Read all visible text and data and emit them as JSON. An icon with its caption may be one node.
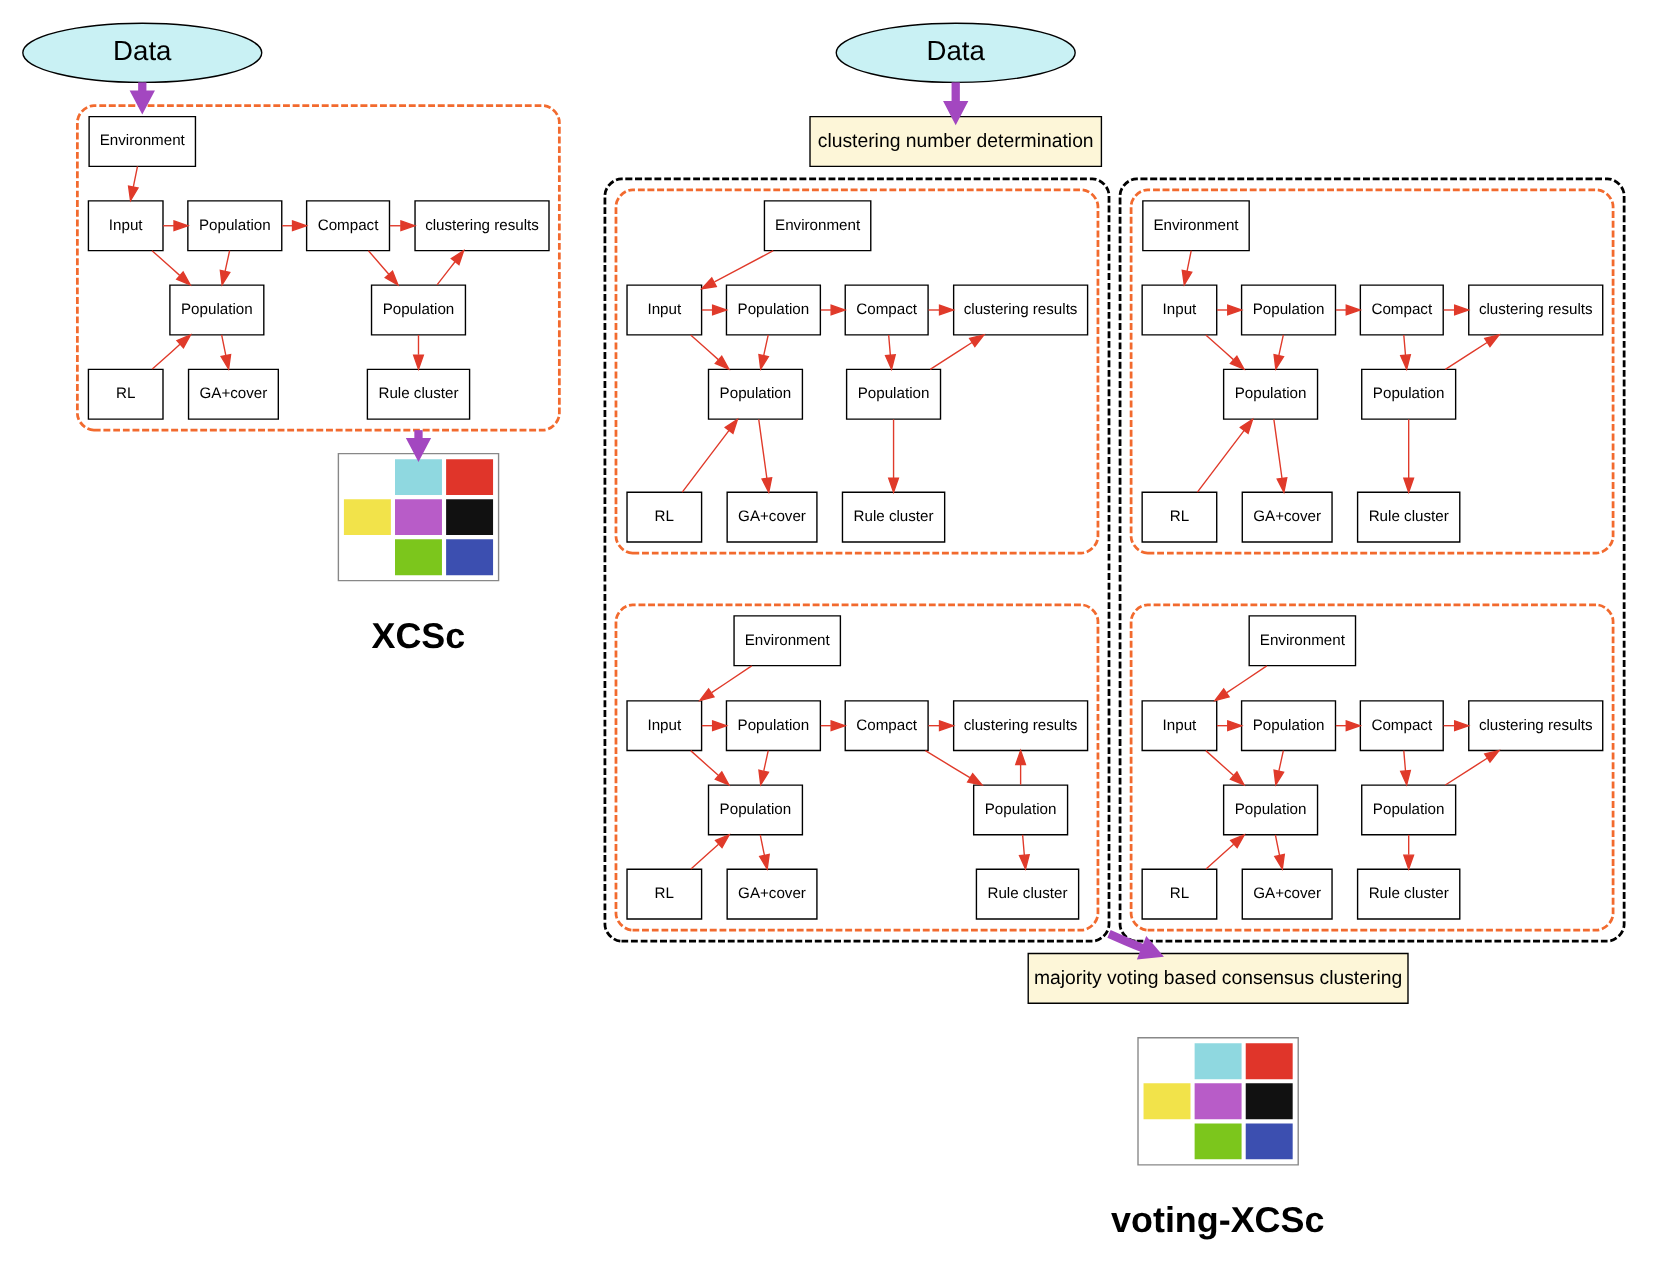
{
  "diagram": {
    "nodes": [
      {
        "text": [
          "Data"
        ]
      },
      {
        "text": [],
        "shape": "box"
      },
      {
        "text": [
          "Environment"
        ],
        "in": 1
      },
      {
        "text": [
          "Input"
        ],
        "in": 1
      },
      {
        "text": [
          "Population"
        ],
        "in": 1
      },
      {
        "text": [
          "Compact"
        ],
        "in": 1
      },
      {
        "text": [
          "Population"
        ],
        "in": 1
      },
      {
        "text": [
          "Population"
        ],
        "in": 1
      },
      {
        "text": [
          "RL"
        ],
        "in": 1
      },
      {
        "text": [
          "GA+cover"
        ],
        "in": 1
      },
      {
        "text": [
          "Rule cluster"
        ],
        "in": 1
      },
      {
        "text": [
          "clustering results"
        ],
        "in": 1
      },
      {
        "text": [],
        "shape": "picture"
      },
      {
        "text": [
          "Data"
        ]
      },
      {
        "text": [
          "clustering number determination"
        ]
      },
      {
        "text": [],
        "shape": "box"
      },
      {
        "text": [],
        "shape": "box",
        "in": 15
      },
      {
        "text": [
          "Environment"
        ],
        "in": 16
      },
      {
        "text": [
          "Input"
        ],
        "in": 16
      },
      {
        "text": [
          "Population"
        ],
        "in": 16
      },
      {
        "text": [
          "Compact"
        ],
        "in": 16
      },
      {
        "text": [
          "Population"
        ],
        "in": 16
      },
      {
        "text": [
          "Population"
        ],
        "in": 16
      },
      {
        "text": [
          "RL"
        ],
        "in": 16
      },
      {
        "text": [
          "GA+cover"
        ],
        "in": 16
      },
      {
        "text": [
          "Rule cluster"
        ],
        "in": 16
      },
      {
        "text": [
          "clustering results"
        ],
        "in": 16
      },
      {
        "text": [],
        "shape": "box",
        "in": 15
      },
      {
        "text": [
          "Environment"
        ],
        "in": 27
      },
      {
        "text": [
          "Input"
        ],
        "in": 27
      },
      {
        "text": [
          "Population"
        ],
        "in": 27
      },
      {
        "text": [
          "Compact"
        ],
        "in": 27
      },
      {
        "text": [
          "Population"
        ],
        "in": 27
      },
      {
        "text": [
          "Population"
        ],
        "in": 27
      },
      {
        "text": [
          "RL"
        ],
        "in": 27
      },
      {
        "text": [
          "GA+cover"
        ],
        "in": 27
      },
      {
        "text": [
          "Rule cluster"
        ],
        "in": 27
      },
      {
        "text": [
          "clustering results"
        ],
        "in": 27
      },
      {
        "text": [],
        "shape": "box"
      },
      {
        "text": [],
        "shape": "box",
        "in": 38
      },
      {
        "text": [
          "Environment"
        ],
        "in": 39
      },
      {
        "text": [
          "Input"
        ],
        "in": 39
      },
      {
        "text": [
          "Population"
        ],
        "in": 39
      },
      {
        "text": [
          "Compact"
        ],
        "in": 39
      },
      {
        "text": [
          "Population"
        ],
        "in": 39
      },
      {
        "text": [
          "Population"
        ],
        "in": 39
      },
      {
        "text": [
          "RL"
        ],
        "in": 39
      },
      {
        "text": [
          "GA+cover"
        ],
        "in": 39
      },
      {
        "text": [
          "Rule cluster"
        ],
        "in": 39
      },
      {
        "text": [
          "clustering results"
        ],
        "in": 39
      },
      {
        "text": [],
        "shape": "box",
        "in": 38
      },
      {
        "text": [
          "Environment"
        ],
        "in": 50
      },
      {
        "text": [
          "Input"
        ],
        "in": 50
      },
      {
        "text": [
          "Population"
        ],
        "in": 50
      },
      {
        "text": [
          "Compact"
        ],
        "in": 50
      },
      {
        "text": [
          "Population"
        ],
        "in": 50
      },
      {
        "text": [
          "Population"
        ],
        "in": 50
      },
      {
        "text": [
          "RL"
        ],
        "in": 50
      },
      {
        "text": [
          "GA+cover"
        ],
        "in": 50
      },
      {
        "text": [
          "Rule cluster"
        ],
        "in": 50
      },
      {
        "text": [
          "clustering results"
        ],
        "in": 50
      },
      {
        "text": [
          "majority voting based consensus clustering"
        ]
      },
      {
        "text": [],
        "shape": "picture"
      }
    ],
    "edges": [
      {
        "from": 0,
        "to": 1,
        "arrow": "to",
        "style": "thick",
        "color": "#a347c0"
      },
      {
        "from": 2,
        "to": 3,
        "arrow": "to"
      },
      {
        "from": 3,
        "to": 4,
        "arrow": "to"
      },
      {
        "from": 4,
        "to": 5,
        "arrow": "to"
      },
      {
        "from": 4,
        "to": 6,
        "arrow": "to"
      },
      {
        "from": 6,
        "to": 9,
        "arrow": "to"
      },
      {
        "from": 5,
        "to": 7,
        "arrow": "to"
      },
      {
        "from": 7,
        "to": 10,
        "arrow": "to"
      },
      {
        "from": 5,
        "to": 11,
        "arrow": "to"
      },
      {
        "from": 7,
        "to": 11,
        "arrow": "to"
      },
      {
        "from": 3,
        "to": 6,
        "arrow": "to"
      },
      {
        "from": 8,
        "to": 6,
        "arrow": "to"
      },
      {
        "from": 1,
        "to": 12,
        "arrow": "to",
        "style": "thick",
        "color": "#a347c0"
      },
      {
        "from": 13,
        "to": 14,
        "arrow": "to",
        "style": "thick",
        "color": "#a347c0"
      },
      {
        "from": 17,
        "to": 18,
        "arrow": "to"
      },
      {
        "from": 18,
        "to": 19,
        "arrow": "to"
      },
      {
        "from": 19,
        "to": 20,
        "arrow": "to"
      },
      {
        "from": 19,
        "to": 21,
        "arrow": "to"
      },
      {
        "from": 21,
        "to": 24,
        "arrow": "to"
      },
      {
        "from": 20,
        "to": 22,
        "arrow": "to"
      },
      {
        "from": 22,
        "to": 25,
        "arrow": "to"
      },
      {
        "from": 20,
        "to": 26,
        "arrow": "to"
      },
      {
        "from": 22,
        "to": 26,
        "arrow": "to"
      },
      {
        "from": 18,
        "to": 21,
        "arrow": "to"
      },
      {
        "from": 23,
        "to": 21,
        "arrow": "to"
      },
      {
        "from": 28,
        "to": 29,
        "arrow": "to"
      },
      {
        "from": 29,
        "to": 30,
        "arrow": "to"
      },
      {
        "from": 30,
        "to": 31,
        "arrow": "to"
      },
      {
        "from": 30,
        "to": 32,
        "arrow": "to"
      },
      {
        "from": 32,
        "to": 35,
        "arrow": "to"
      },
      {
        "from": 31,
        "to": 33,
        "arrow": "to"
      },
      {
        "from": 33,
        "to": 36,
        "arrow": "to"
      },
      {
        "from": 31,
        "to": 37,
        "arrow": "to"
      },
      {
        "from": 33,
        "to": 37,
        "arrow": "to"
      },
      {
        "from": 29,
        "to": 32,
        "arrow": "to"
      },
      {
        "from": 34,
        "to": 32,
        "arrow": "to"
      },
      {
        "from": 40,
        "to": 41,
        "arrow": "to"
      },
      {
        "from": 41,
        "to": 42,
        "arrow": "to"
      },
      {
        "from": 42,
        "to": 43,
        "arrow": "to"
      },
      {
        "from": 42,
        "to": 44,
        "arrow": "to"
      },
      {
        "from": 44,
        "to": 47,
        "arrow": "to"
      },
      {
        "from": 43,
        "to": 45,
        "arrow": "to"
      },
      {
        "from": 45,
        "to": 48,
        "arrow": "to"
      },
      {
        "from": 43,
        "to": 49,
        "arrow": "to"
      },
      {
        "from": 45,
        "to": 49,
        "arrow": "to"
      },
      {
        "from": 41,
        "to": 44,
        "arrow": "to"
      },
      {
        "from": 46,
        "to": 44,
        "arrow": "to"
      },
      {
        "from": 51,
        "to": 52,
        "arrow": "to"
      },
      {
        "from": 52,
        "to": 53,
        "arrow": "to"
      },
      {
        "from": 53,
        "to": 54,
        "arrow": "to"
      },
      {
        "from": 53,
        "to": 55,
        "arrow": "to"
      },
      {
        "from": 55,
        "to": 58,
        "arrow": "to"
      },
      {
        "from": 54,
        "to": 56,
        "arrow": "to"
      },
      {
        "from": 56,
        "to": 59,
        "arrow": "to"
      },
      {
        "from": 54,
        "to": 60,
        "arrow": "to"
      },
      {
        "from": 56,
        "to": 60,
        "arrow": "to"
      },
      {
        "from": 52,
        "to": 55,
        "arrow": "to"
      },
      {
        "from": 57,
        "to": 55,
        "arrow": "to"
      },
      {
        "from": 15,
        "to": 61,
        "arrow": "to",
        "style": "thick",
        "color": "#a347c0"
      }
    ],
    "labels": [
      "XCSc",
      "voting-XCSc"
    ]
  }
}
